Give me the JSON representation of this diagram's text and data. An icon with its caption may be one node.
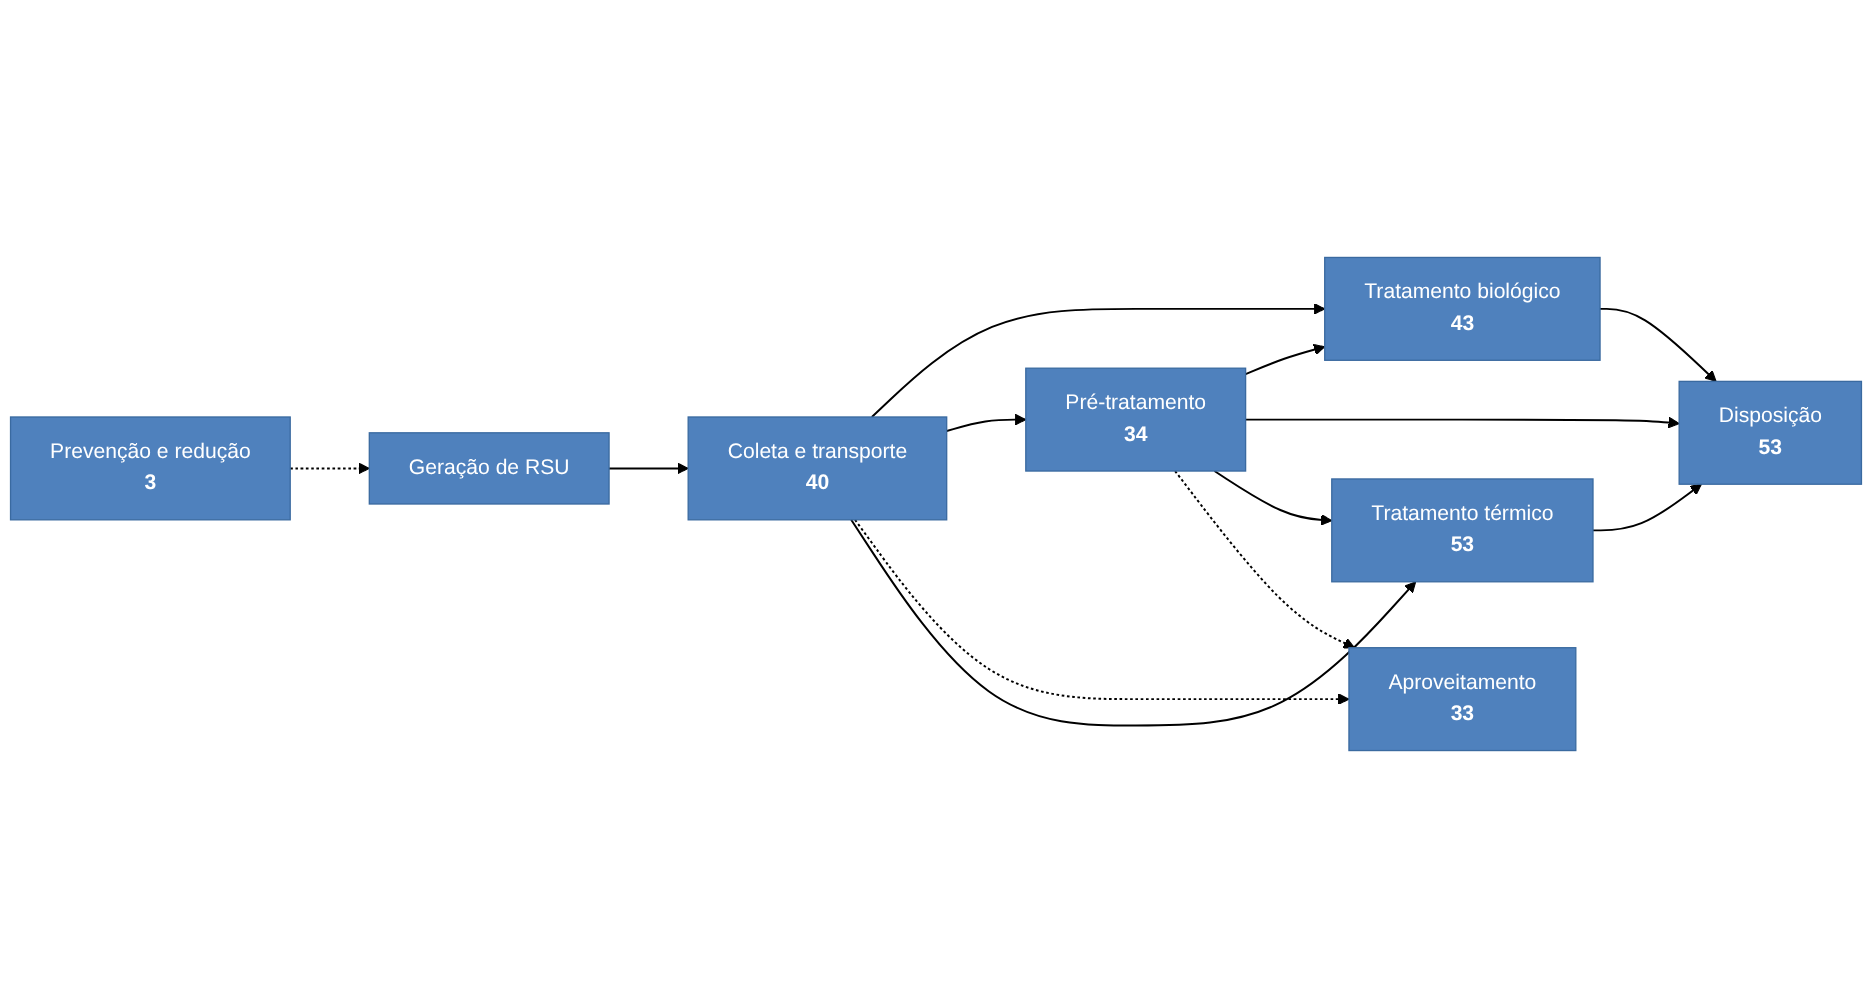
{
  "diagram": {
    "nodes": [
      {
        "text": [
          "Geração de RSU"
        ]
      },
      {
        "text": [
          "Prevenção e redução",
          "3"
        ]
      },
      {
        "text": [
          "Coleta e transporte",
          "40"
        ]
      },
      {
        "text": [
          "Aproveitamento",
          "33"
        ]
      },
      {
        "text": [
          "Tratamento biológico",
          "43"
        ]
      },
      {
        "text": [
          "Pré-tratamento",
          "34"
        ]
      },
      {
        "text": [
          "Tratamento térmico",
          "53"
        ]
      },
      {
        "text": [
          "Disposição",
          "53"
        ]
      }
    ],
    "edges": [
      {
        "from": 1,
        "to": 0,
        "arrow": "to",
        "style": "dashed"
      },
      {
        "from": 0,
        "to": 2,
        "arrow": "to"
      },
      {
        "from": 2,
        "to": 4,
        "arrow": "to"
      },
      {
        "from": 2,
        "to": 5,
        "arrow": "to"
      },
      {
        "from": 2,
        "to": 3,
        "arrow": "to",
        "style": "dashed"
      },
      {
        "from": 2,
        "to": 6,
        "arrow": "to"
      },
      {
        "from": 5,
        "to": 4,
        "arrow": "to"
      },
      {
        "from": 5,
        "to": 7,
        "arrow": "to"
      },
      {
        "from": 5,
        "to": 6,
        "arrow": "to"
      },
      {
        "from": 5,
        "to": 3,
        "arrow": "to",
        "style": "dashed"
      },
      {
        "from": 4,
        "to": 7,
        "arrow": "to"
      },
      {
        "from": 6,
        "to": 7,
        "arrow": "to"
      }
    ]
  }
}
